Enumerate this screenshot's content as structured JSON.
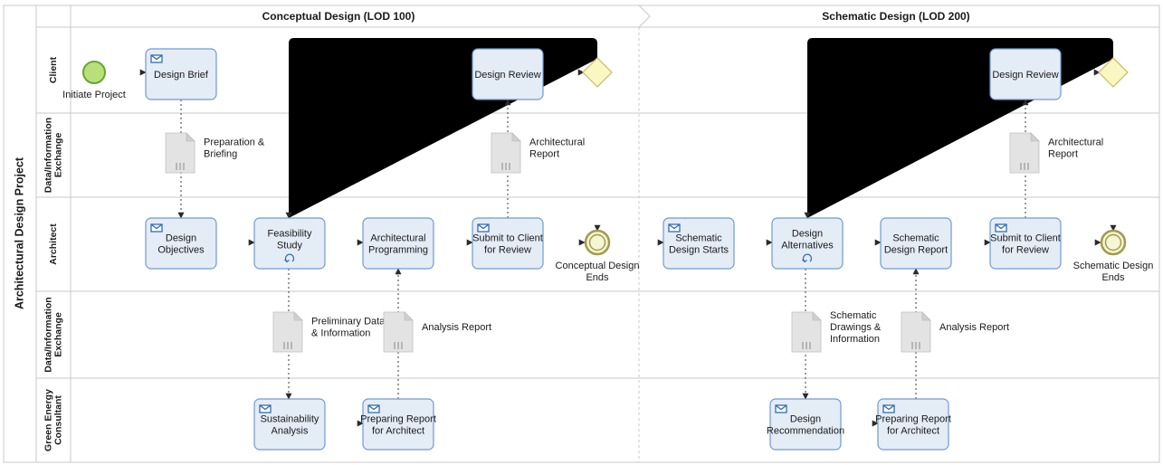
{
  "pool_title": "Architectural Design Project",
  "phases": [
    {
      "title": "Conceptual Design (LOD 100)"
    },
    {
      "title": "Schematic Design (LOD 200)"
    }
  ],
  "lanes": [
    {
      "label": "Client"
    },
    {
      "label": "Data/Information Exchange"
    },
    {
      "label": "Architect"
    },
    {
      "label": "Data/Information Exchange"
    },
    {
      "label": "Green Energy Consultant"
    }
  ],
  "tasks": [
    {
      "id": "design-brief",
      "lines": [
        "Design Brief"
      ],
      "icon": "envelope-icon"
    },
    {
      "id": "design-review-1",
      "lines": [
        "Design Review"
      ],
      "icon": ""
    },
    {
      "id": "design-review-2",
      "lines": [
        "Design Review"
      ],
      "icon": ""
    },
    {
      "id": "design-objectives",
      "lines": [
        "Design",
        "Objectives"
      ],
      "icon": "envelope-icon"
    },
    {
      "id": "feasibility-study",
      "lines": [
        "Feasibility",
        "Study"
      ],
      "icon": "loop-icon"
    },
    {
      "id": "architectural-programming",
      "lines": [
        "Architectural",
        "Programming"
      ],
      "icon": ""
    },
    {
      "id": "submit-to-client-1",
      "lines": [
        "Submit to Client",
        "for Review"
      ],
      "icon": "envelope-icon"
    },
    {
      "id": "schematic-design-starts",
      "lines": [
        "Schematic",
        "Design Starts"
      ],
      "icon": "envelope-icon"
    },
    {
      "id": "design-alternatives",
      "lines": [
        "Design",
        "Alternatives"
      ],
      "icon": "loop-icon"
    },
    {
      "id": "schematic-design-report",
      "lines": [
        "Schematic",
        "Design Report"
      ],
      "icon": ""
    },
    {
      "id": "submit-to-client-2",
      "lines": [
        "Submit to Client",
        "for Review"
      ],
      "icon": "envelope-icon"
    },
    {
      "id": "sustainability-analysis",
      "lines": [
        "Sustainability",
        "Analysis"
      ],
      "icon": "envelope-icon"
    },
    {
      "id": "preparing-report-1",
      "lines": [
        "Preparing Report",
        "for Architect"
      ],
      "icon": "envelope-icon"
    },
    {
      "id": "design-recommendation",
      "lines": [
        "Design",
        "Recommendation"
      ],
      "icon": "envelope-icon"
    },
    {
      "id": "preparing-report-2",
      "lines": [
        "Preparing Report",
        "for Architect"
      ],
      "icon": "envelope-icon"
    }
  ],
  "documents": [
    {
      "id": "preparation-briefing",
      "lines": [
        "Preparation &",
        "Briefing"
      ]
    },
    {
      "id": "architectural-report-1",
      "lines": [
        "Architectural",
        "Report"
      ]
    },
    {
      "id": "architectural-report-2",
      "lines": [
        "Architectural",
        "Report"
      ]
    },
    {
      "id": "preliminary-data",
      "lines": [
        "Preliminary Data",
        "& Information"
      ]
    },
    {
      "id": "analysis-report-1",
      "lines": [
        "Analysis Report"
      ]
    },
    {
      "id": "schematic-drawings",
      "lines": [
        "Schematic",
        "Drawings &",
        "Information"
      ]
    },
    {
      "id": "analysis-report-2",
      "lines": [
        "Analysis Report"
      ]
    }
  ],
  "events": [
    {
      "id": "initiate-project",
      "type": "start",
      "lines": [
        "Initiate Project"
      ]
    },
    {
      "id": "conceptual-design-ends",
      "type": "end",
      "lines": [
        "Conceptual Design",
        "Ends"
      ]
    },
    {
      "id": "schematic-design-ends",
      "type": "end",
      "lines": [
        "Schematic Design",
        "Ends"
      ]
    }
  ],
  "gateways": [
    {
      "id": "gateway-1",
      "type": "exclusive"
    },
    {
      "id": "gateway-2",
      "type": "exclusive"
    }
  ],
  "colors": {
    "task_fill": "#e4ecf6",
    "task_stroke": "#6f9bd1",
    "start_event_fill": "#b8e07a",
    "start_event_stroke": "#6aa431",
    "end_event_fill": "#f6f5d4",
    "end_event_stroke": "#a09c50",
    "gateway_fill": "#fbf7c2",
    "gateway_stroke": "#c9c272",
    "document_fill": "#e3e3e3",
    "icon_color": "#2f6cb5"
  }
}
